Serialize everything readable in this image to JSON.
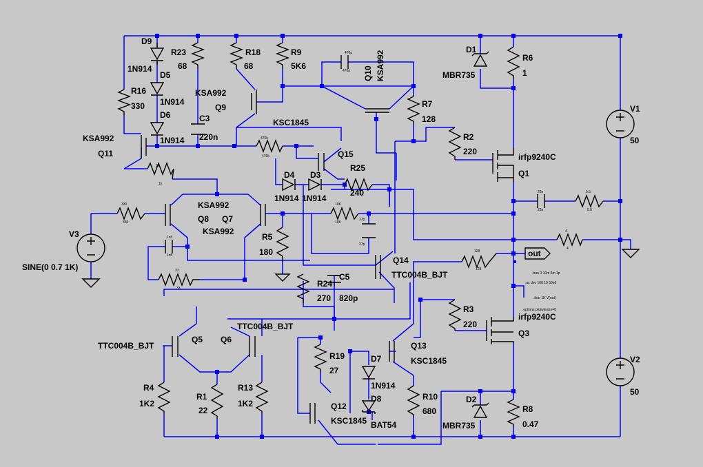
{
  "labels": {
    "D9": "D9",
    "D9v": "1N914",
    "D5": "D5",
    "D5v": "1N914",
    "D6": "D6",
    "D6v": "1N914",
    "R23": "R23",
    "R23v": "68",
    "R18": "R18",
    "R18v": "68",
    "R9": "R9",
    "R9v": "5K6",
    "C1v": "470p",
    "Q10": "Q10",
    "Q10v": "KSA992",
    "D1": "D1",
    "D1v": "MBR735",
    "R6": "R6",
    "R6v": "1",
    "V1": "V1",
    "V1v": "50",
    "R16": "R16",
    "R16v": "330",
    "Q9v": "KSA992",
    "Q9": "Q9",
    "C3": "C3",
    "C3v": "220n",
    "KSC1845a": "KSC1845",
    "R7": "R7",
    "R7v": "128",
    "KSA992c": "KSA992",
    "Q11": "Q11",
    "R21v": "470k",
    "Q15": "Q15",
    "R2": "R2",
    "R2v": "220",
    "Q1v": "irfp9240C",
    "Q1": "Q1",
    "R17v": "1k",
    "D4": "D4",
    "D3": "D3",
    "R25": "R25",
    "R25v": "240",
    "D4v": "1N914",
    "D3v": "1N914",
    "C7v": "22n",
    "R22v": "5.6",
    "R20v": "330",
    "Q8v": "KSA992",
    "Q8": "Q8",
    "Q7": "Q7",
    "Q7v": "KSA992",
    "R11v": "10K",
    "C6v": "27p",
    "R12v": "4",
    "V3": "V3",
    "V3v": "SINE(0 0.7 1K)",
    "C2v": "1n5",
    "R5": "R5",
    "R5v": "180",
    "out": "out",
    "Q14": "Q14",
    "Q14v": "TTC004B_BJT",
    "R14v": "128",
    "R15v": "33",
    "R24": "R24",
    "R24v": "270",
    "C5": "C5",
    "C5v": "820p",
    "tran": ".tran 0 10m 5m 1p",
    "ac": ";ac dec 100 10 50e6",
    "four": ".four 1K V(out)",
    "opts": ".options plotwinsize=0",
    "R3": "R3",
    "R3v": "220",
    "Q3v": "irfp9240C",
    "Q3": "Q3",
    "Q6v": "TTC004B_BJT",
    "Q5v": "TTC004B_BJT",
    "Q5": "Q5",
    "Q6": "Q6",
    "R19": "R19",
    "R19v": "27",
    "D7": "D7",
    "D7v": "1N914",
    "D8": "D8",
    "D8v": "BAT54",
    "Q13": "Q13",
    "Q13v": "KSC1845",
    "V2": "V2",
    "V2v": "50",
    "R4": "R4",
    "R4v": "1K2",
    "R1": "R1",
    "R1v": "22",
    "R13": "R13",
    "R13v": "1K2",
    "Q12": "Q12",
    "Q12v": "KSC1845",
    "R10": "R10",
    "R10v": "680",
    "D2": "D2",
    "D2v": "MBR735",
    "R8": "R8",
    "R8v": "0.47"
  },
  "colors": {
    "wire": "#0000ff",
    "component": "#000000",
    "background": "#c8c8c8"
  }
}
